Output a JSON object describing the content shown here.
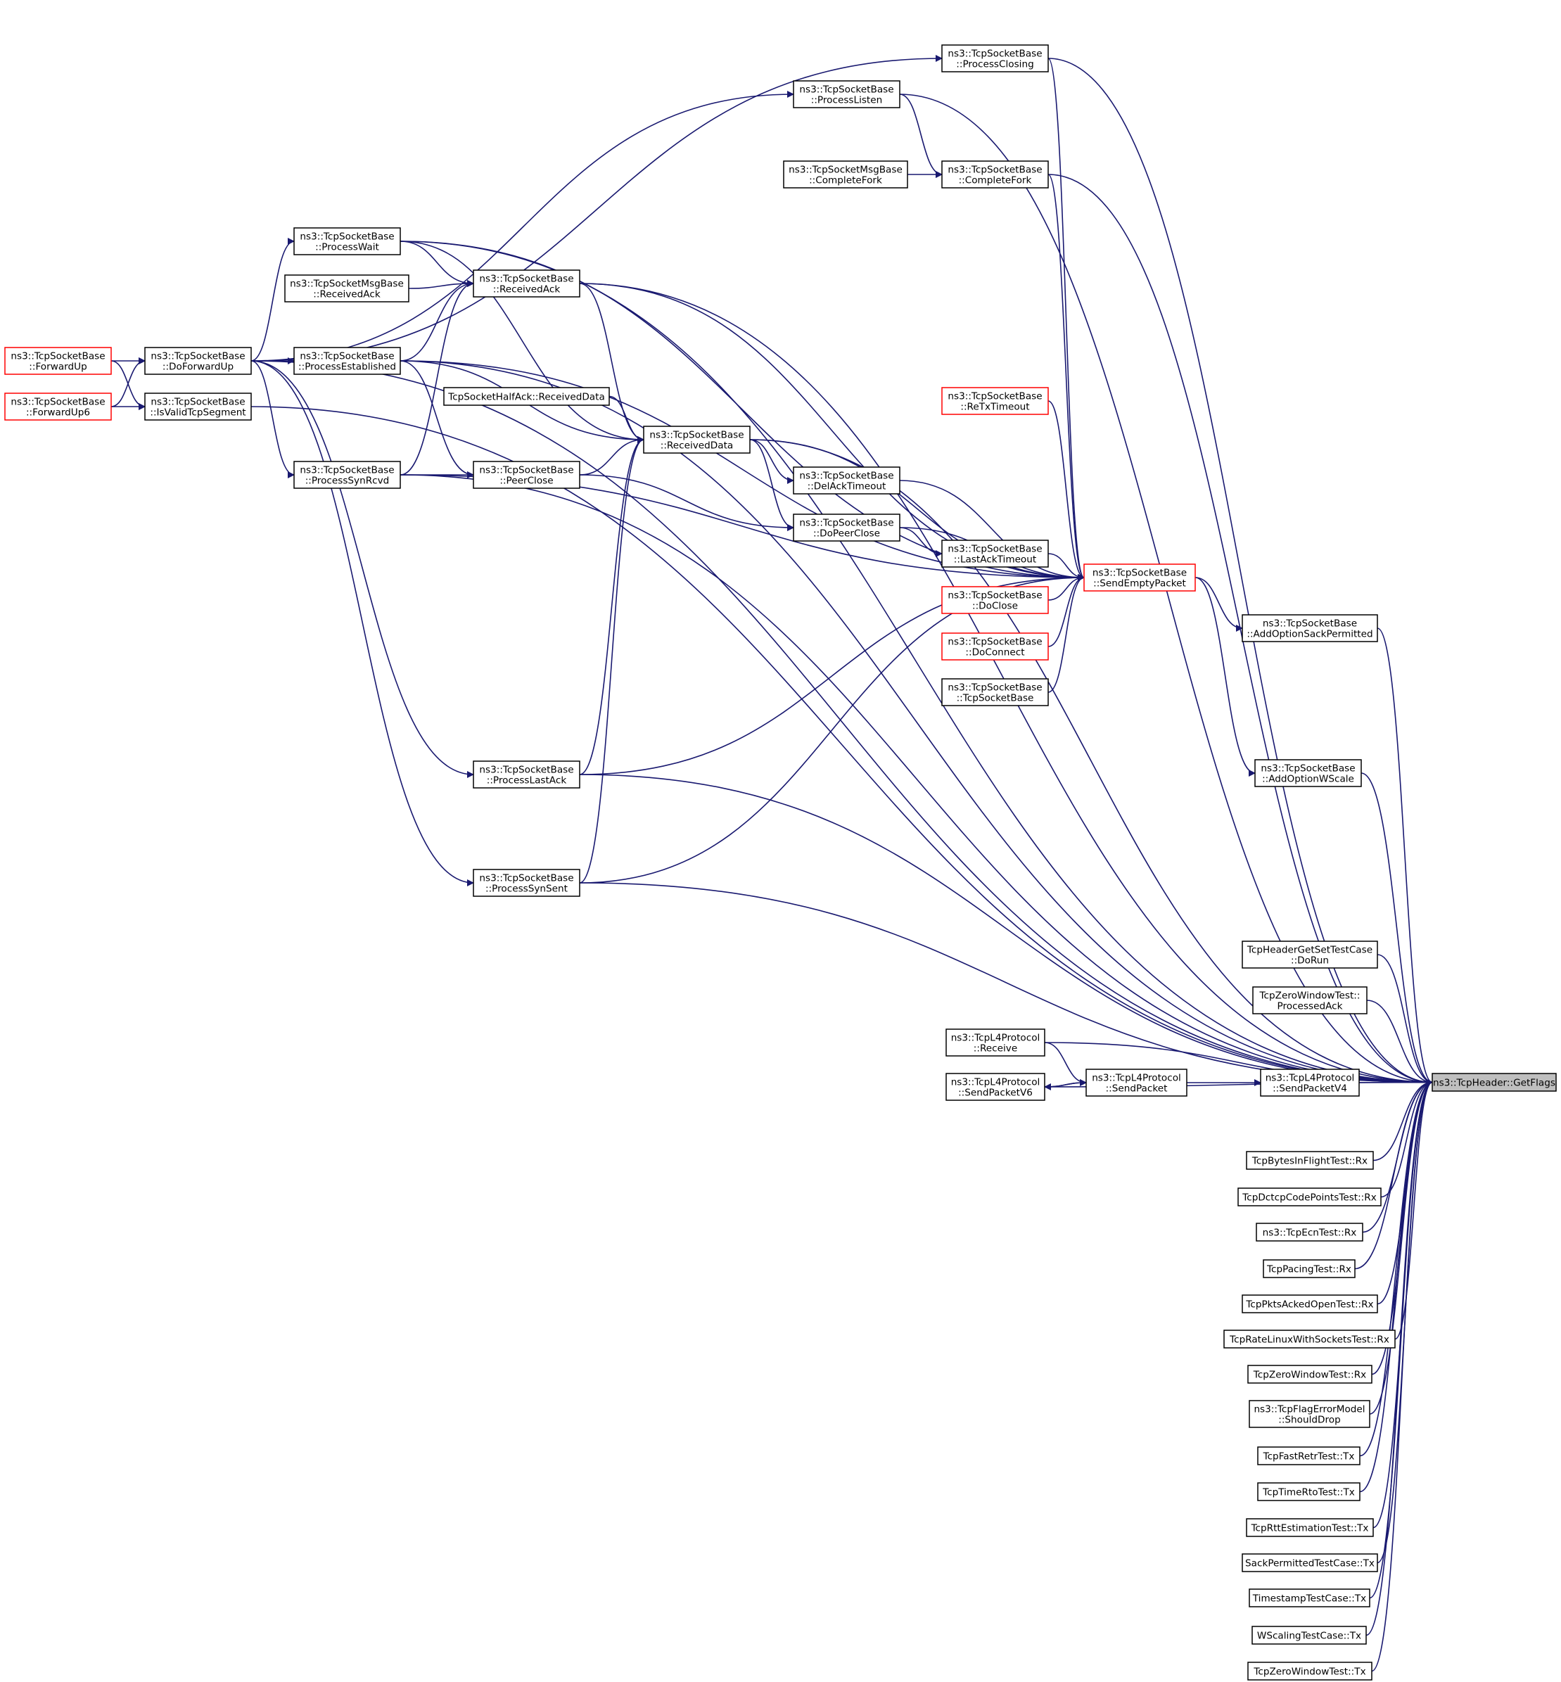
{
  "nodes": [
    {
      "id": "processClosing",
      "lines": [
        "ns3::TcpSocketBase",
        "::ProcessClosing"
      ]
    },
    {
      "id": "processListen",
      "lines": [
        "ns3::TcpSocketBase",
        "::ProcessListen"
      ]
    },
    {
      "id": "msgCompleteFork",
      "lines": [
        "ns3::TcpSocketMsgBase",
        "::CompleteFork"
      ]
    },
    {
      "id": "completeFork",
      "lines": [
        "ns3::TcpSocketBase",
        "::CompleteFork"
      ]
    },
    {
      "id": "processWait",
      "lines": [
        "ns3::TcpSocketBase",
        "::ProcessWait"
      ]
    },
    {
      "id": "msgReceivedAck",
      "lines": [
        "ns3::TcpSocketMsgBase",
        "::ReceivedAck"
      ]
    },
    {
      "id": "receivedAck",
      "lines": [
        "ns3::TcpSocketBase",
        "::ReceivedAck"
      ]
    },
    {
      "id": "forwardUp",
      "lines": [
        "ns3::TcpSocketBase",
        "::ForwardUp"
      ],
      "style": "red"
    },
    {
      "id": "doForwardUp",
      "lines": [
        "ns3::TcpSocketBase",
        "::DoForwardUp"
      ]
    },
    {
      "id": "processEstablished",
      "lines": [
        "ns3::TcpSocketBase",
        "::ProcessEstablished"
      ]
    },
    {
      "id": "forwardUp6",
      "lines": [
        "ns3::TcpSocketBase",
        "::ForwardUp6"
      ],
      "style": "red"
    },
    {
      "id": "isValidTcpSegment",
      "lines": [
        "ns3::TcpSocketBase",
        "::IsValidTcpSegment"
      ]
    },
    {
      "id": "halfAckReceivedData",
      "lines": [
        "TcpSocketHalfAck::ReceivedData"
      ]
    },
    {
      "id": "reTxTimeout",
      "lines": [
        "ns3::TcpSocketBase",
        "::ReTxTimeout"
      ],
      "style": "red"
    },
    {
      "id": "receivedData",
      "lines": [
        "ns3::TcpSocketBase",
        "::ReceivedData"
      ]
    },
    {
      "id": "processSynRcvd",
      "lines": [
        "ns3::TcpSocketBase",
        "::ProcessSynRcvd"
      ]
    },
    {
      "id": "peerClose",
      "lines": [
        "ns3::TcpSocketBase",
        "::PeerClose"
      ]
    },
    {
      "id": "delAckTimeout",
      "lines": [
        "ns3::TcpSocketBase",
        "::DelAckTimeout"
      ]
    },
    {
      "id": "doPeerClose",
      "lines": [
        "ns3::TcpSocketBase",
        "::DoPeerClose"
      ]
    },
    {
      "id": "lastAckTimeout",
      "lines": [
        "ns3::TcpSocketBase",
        "::LastAckTimeout"
      ]
    },
    {
      "id": "sendEmptyPacket",
      "lines": [
        "ns3::TcpSocketBase",
        "::SendEmptyPacket"
      ],
      "style": "red"
    },
    {
      "id": "doClose",
      "lines": [
        "ns3::TcpSocketBase",
        "::DoClose"
      ],
      "style": "red"
    },
    {
      "id": "doConnect",
      "lines": [
        "ns3::TcpSocketBase",
        "::DoConnect"
      ],
      "style": "red"
    },
    {
      "id": "tcpSocketBase",
      "lines": [
        "ns3::TcpSocketBase",
        "::TcpSocketBase"
      ]
    },
    {
      "id": "addOptionSackPermitted",
      "lines": [
        "ns3::TcpSocketBase",
        "::AddOptionSackPermitted"
      ]
    },
    {
      "id": "addOptionWScale",
      "lines": [
        "ns3::TcpSocketBase",
        "::AddOptionWScale"
      ]
    },
    {
      "id": "processLastAck",
      "lines": [
        "ns3::TcpSocketBase",
        "::ProcessLastAck"
      ]
    },
    {
      "id": "processSynSent",
      "lines": [
        "ns3::TcpSocketBase",
        "::ProcessSynSent"
      ]
    },
    {
      "id": "headerGetSetDoRun",
      "lines": [
        "TcpHeaderGetSetTestCase",
        "::DoRun"
      ]
    },
    {
      "id": "zeroWindowProcessedAck",
      "lines": [
        "TcpZeroWindowTest::",
        "ProcessedAck"
      ]
    },
    {
      "id": "l4Receive",
      "lines": [
        "ns3::TcpL4Protocol",
        "::Receive"
      ]
    },
    {
      "id": "l4SendPacketV6",
      "lines": [
        "ns3::TcpL4Protocol",
        "::SendPacketV6"
      ]
    },
    {
      "id": "l4SendPacket",
      "lines": [
        "ns3::TcpL4Protocol",
        "::SendPacket"
      ]
    },
    {
      "id": "l4SendPacketV4",
      "lines": [
        "ns3::TcpL4Protocol",
        "::SendPacketV4"
      ]
    },
    {
      "id": "getFlags",
      "lines": [
        "ns3::TcpHeader::GetFlags"
      ],
      "style": "target"
    },
    {
      "id": "bytesInFlightRx",
      "lines": [
        "TcpBytesInFlightTest::Rx"
      ]
    },
    {
      "id": "dctcpRx",
      "lines": [
        "TcpDctcpCodePointsTest::Rx"
      ]
    },
    {
      "id": "ecnRx",
      "lines": [
        "ns3::TcpEcnTest::Rx"
      ]
    },
    {
      "id": "pacingRx",
      "lines": [
        "TcpPacingTest::Rx"
      ]
    },
    {
      "id": "pktsAckedRx",
      "lines": [
        "TcpPktsAckedOpenTest::Rx"
      ]
    },
    {
      "id": "rateLinuxRx",
      "lines": [
        "TcpRateLinuxWithSocketsTest::Rx"
      ]
    },
    {
      "id": "zeroWindowRx",
      "lines": [
        "TcpZeroWindowTest::Rx"
      ]
    },
    {
      "id": "flagErrorShouldDrop",
      "lines": [
        "ns3::TcpFlagErrorModel",
        "::ShouldDrop"
      ]
    },
    {
      "id": "fastRetrTx",
      "lines": [
        "TcpFastRetrTest::Tx"
      ]
    },
    {
      "id": "timeRtoTx",
      "lines": [
        "TcpTimeRtoTest::Tx"
      ]
    },
    {
      "id": "rttEstimationTx",
      "lines": [
        "TcpRttEstimationTest::Tx"
      ]
    },
    {
      "id": "sackPermittedTx",
      "lines": [
        "SackPermittedTestCase::Tx"
      ]
    },
    {
      "id": "timestampTx",
      "lines": [
        "TimestampTestCase::Tx"
      ]
    },
    {
      "id": "wscalingTx",
      "lines": [
        "WScalingTestCase::Tx"
      ]
    },
    {
      "id": "zeroWindowTx",
      "lines": [
        "TcpZeroWindowTest::Tx"
      ]
    }
  ],
  "edges": [
    [
      "processClosing",
      "getFlags"
    ],
    [
      "processListen",
      "getFlags"
    ],
    [
      "completeFork",
      "getFlags"
    ],
    [
      "processWait",
      "getFlags"
    ],
    [
      "receivedAck",
      "getFlags"
    ],
    [
      "processEstablished",
      "getFlags"
    ],
    [
      "receivedData",
      "getFlags"
    ],
    [
      "processSynRcvd",
      "getFlags"
    ],
    [
      "processLastAck",
      "getFlags"
    ],
    [
      "processSynSent",
      "getFlags"
    ],
    [
      "doForwardUp",
      "getFlags"
    ],
    [
      "isValidTcpSegment",
      "getFlags"
    ],
    [
      "addOptionSackPermitted",
      "getFlags"
    ],
    [
      "addOptionWScale",
      "getFlags"
    ],
    [
      "headerGetSetDoRun",
      "getFlags"
    ],
    [
      "zeroWindowProcessedAck",
      "getFlags"
    ],
    [
      "l4Receive",
      "getFlags"
    ],
    [
      "l4SendPacketV4",
      "getFlags"
    ],
    [
      "l4SendPacketV6",
      "getFlags"
    ],
    [
      "bytesInFlightRx",
      "getFlags"
    ],
    [
      "dctcpRx",
      "getFlags"
    ],
    [
      "ecnRx",
      "getFlags"
    ],
    [
      "pacingRx",
      "getFlags"
    ],
    [
      "pktsAckedRx",
      "getFlags"
    ],
    [
      "rateLinuxRx",
      "getFlags"
    ],
    [
      "zeroWindowRx",
      "getFlags"
    ],
    [
      "flagErrorShouldDrop",
      "getFlags"
    ],
    [
      "fastRetrTx",
      "getFlags"
    ],
    [
      "timeRtoTx",
      "getFlags"
    ],
    [
      "rttEstimationTx",
      "getFlags"
    ],
    [
      "sackPermittedTx",
      "getFlags"
    ],
    [
      "timestampTx",
      "getFlags"
    ],
    [
      "wscalingTx",
      "getFlags"
    ],
    [
      "zeroWindowTx",
      "getFlags"
    ],
    [
      "sendEmptyPacket",
      "addOptionSackPermitted"
    ],
    [
      "sendEmptyPacket",
      "addOptionWScale"
    ],
    [
      "l4SendPacket",
      "l4SendPacketV4"
    ],
    [
      "l4SendPacket",
      "l4SendPacketV6"
    ],
    [
      "l4SendPacketV6",
      "l4SendPacket"
    ],
    [
      "l4Receive",
      "l4SendPacket"
    ],
    [
      "processClosing",
      "sendEmptyPacket"
    ],
    [
      "processWait",
      "sendEmptyPacket"
    ],
    [
      "completeFork",
      "sendEmptyPacket"
    ],
    [
      "receivedAck",
      "sendEmptyPacket"
    ],
    [
      "processEstablished",
      "sendEmptyPacket"
    ],
    [
      "receivedData",
      "sendEmptyPacket"
    ],
    [
      "reTxTimeout",
      "sendEmptyPacket"
    ],
    [
      "delAckTimeout",
      "sendEmptyPacket"
    ],
    [
      "doPeerClose",
      "sendEmptyPacket"
    ],
    [
      "lastAckTimeout",
      "sendEmptyPacket"
    ],
    [
      "doClose",
      "sendEmptyPacket"
    ],
    [
      "doConnect",
      "sendEmptyPacket"
    ],
    [
      "tcpSocketBase",
      "sendEmptyPacket"
    ],
    [
      "processSynRcvd",
      "sendEmptyPacket"
    ],
    [
      "processLastAck",
      "sendEmptyPacket"
    ],
    [
      "processSynSent",
      "sendEmptyPacket"
    ],
    [
      "doPeerClose",
      "lastAckTimeout"
    ],
    [
      "receivedData",
      "delAckTimeout"
    ],
    [
      "receivedData",
      "doPeerClose"
    ],
    [
      "peerClose",
      "doPeerClose"
    ],
    [
      "processListen",
      "completeFork"
    ],
    [
      "msgCompleteFork",
      "completeFork"
    ],
    [
      "doForwardUp",
      "processClosing"
    ],
    [
      "doForwardUp",
      "processListen"
    ],
    [
      "doForwardUp",
      "processWait"
    ],
    [
      "doForwardUp",
      "processEstablished"
    ],
    [
      "doForwardUp",
      "processSynRcvd"
    ],
    [
      "doForwardUp",
      "processLastAck"
    ],
    [
      "doForwardUp",
      "processSynSent"
    ],
    [
      "forwardUp",
      "doForwardUp"
    ],
    [
      "forwardUp6",
      "doForwardUp"
    ],
    [
      "forwardUp",
      "isValidTcpSegment"
    ],
    [
      "forwardUp6",
      "isValidTcpSegment"
    ],
    [
      "processWait",
      "receivedAck"
    ],
    [
      "processEstablished",
      "receivedAck"
    ],
    [
      "processSynRcvd",
      "receivedAck"
    ],
    [
      "msgReceivedAck",
      "receivedAck"
    ],
    [
      "receivedAck",
      "receivedData"
    ],
    [
      "processWait",
      "receivedData"
    ],
    [
      "processEstablished",
      "receivedData"
    ],
    [
      "halfAckReceivedData",
      "receivedData"
    ],
    [
      "peerClose",
      "receivedData"
    ],
    [
      "processLastAck",
      "receivedData"
    ],
    [
      "processSynSent",
      "receivedData"
    ],
    [
      "processEstablished",
      "peerClose"
    ],
    [
      "processSynRcvd",
      "peerClose"
    ]
  ]
}
